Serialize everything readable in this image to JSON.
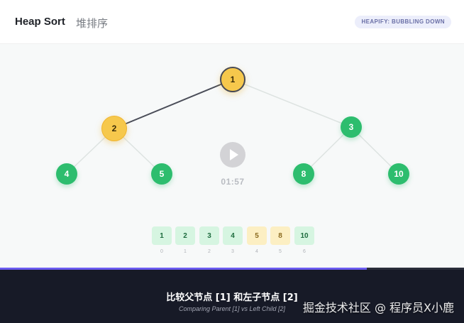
{
  "header": {
    "title_en": "Heap Sort",
    "title_cn": "堆排序",
    "phase": "HEAPIFY: BUBBLING DOWN"
  },
  "tree": {
    "nodes": [
      {
        "label": "1",
        "state": "active-parent"
      },
      {
        "label": "2",
        "state": "active-child"
      },
      {
        "label": "3",
        "state": "normal"
      },
      {
        "label": "4",
        "state": "normal"
      },
      {
        "label": "5",
        "state": "normal"
      },
      {
        "label": "8",
        "state": "normal"
      },
      {
        "label": "10",
        "state": "normal"
      }
    ],
    "highlighted_edge": "1-2"
  },
  "player": {
    "timecode": "01:57",
    "progress": 0.79
  },
  "array": {
    "values": [
      "1",
      "2",
      "3",
      "4",
      "5",
      "8",
      "10"
    ],
    "indices": [
      "0",
      "1",
      "2",
      "3",
      "4",
      "5",
      "6"
    ],
    "highlighted": [
      4,
      5
    ]
  },
  "caption": {
    "cn": "比较父节点 [1] 和左子节点 [2]",
    "en": "Comparing Parent [1] vs Left Child [2]"
  },
  "watermark": "掘金技术社区 @ 程序员X小鹿",
  "colors": {
    "node_green": "#2dbd6e",
    "node_active": "#f6c84c",
    "progress": "#6b5cf0",
    "caption_bg": "#171a27"
  }
}
